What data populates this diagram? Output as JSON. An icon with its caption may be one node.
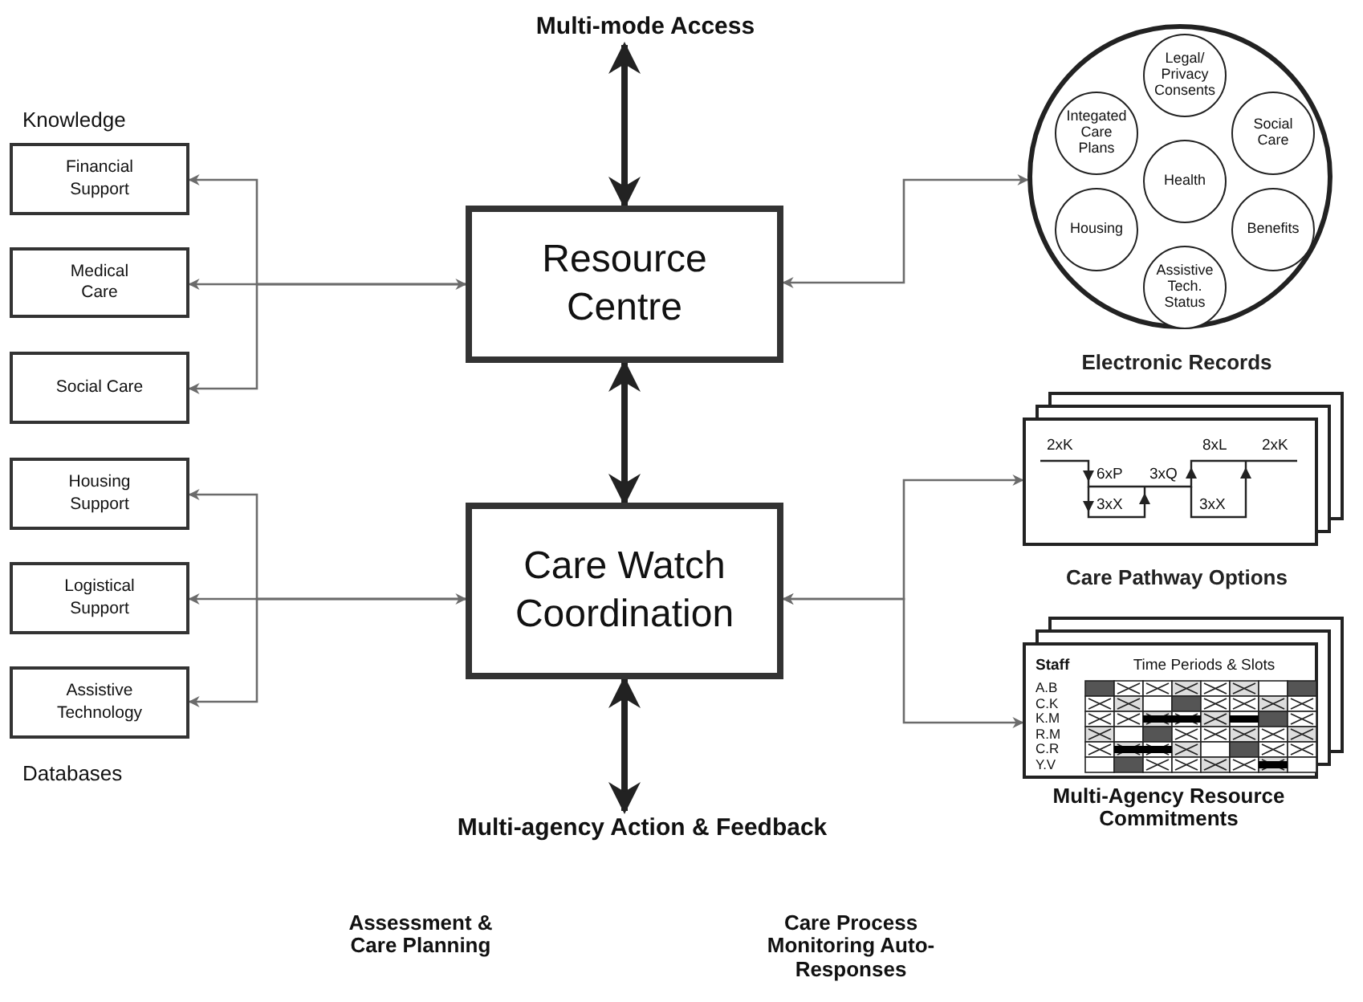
{
  "diagram": {
    "nodes": [
      {
        "text": [
          "Multi-mode Access"
        ]
      },
      {
        "text": [
          "Financial Support"
        ]
      },
      {
        "text": [
          "Medical Care"
        ]
      },
      {
        "text": [
          "Social Care"
        ]
      },
      {
        "text": [
          "Housing Support"
        ]
      },
      {
        "text": [
          "Logistical Support"
        ]
      },
      {
        "text": [
          "Assistive Technology"
        ]
      },
      {
        "text": [
          "Resource Centre"
        ]
      },
      {
        "text": [
          "Care Watch Coordination"
        ]
      },
      {
        "text": [],
        "shape": "circle"
      },
      {
        "text": [
          "Legal/ Privacy Consents"
        ],
        "in": 9
      },
      {
        "text": [
          "Integated Care Plans"
        ],
        "in": 9
      },
      {
        "text": [
          "Social Care"
        ],
        "in": 9
      },
      {
        "text": [
          "Health"
        ],
        "in": 9
      },
      {
        "text": [
          "Housing"
        ],
        "in": 9
      },
      {
        "text": [
          "Benefits"
        ],
        "in": 9
      },
      {
        "text": [
          "Assistive Tech. Status"
        ],
        "in": 9
      },
      {
        "text": [
          "Electronic Records"
        ]
      },
      {
        "text": [
          "Care Pathway Options"
        ],
        "beside": [
          "Multi-Agency Resource Commitments"
        ]
      },
      {
        "text": [
          "Multi-agency Action & Feedback"
        ]
      }
    ],
    "edges": [
      {
        "from": 0,
        "to": 7,
        "arrow": "both",
        "style": "thick"
      },
      {
        "from": 7,
        "to": 8,
        "arrow": "both",
        "style": "thick"
      },
      {
        "from": 8,
        "to": 19,
        "arrow": "both",
        "style": "thick"
      },
      {
        "from": 2,
        "to": 7,
        "arrow": "both"
      },
      {
        "from": 5,
        "to": 8,
        "arrow": "both"
      },
      {
        "from": 7,
        "to": 1,
        "arrow": "to"
      },
      {
        "from": 7,
        "to": 3,
        "arrow": "to"
      },
      {
        "from": 8,
        "to": 4,
        "arrow": "to"
      },
      {
        "from": 8,
        "to": 6,
        "arrow": "to"
      },
      {
        "from": 7,
        "to": 9,
        "arrow": "both"
      },
      {
        "from": 8,
        "to": 17,
        "arrow": "both"
      },
      {
        "from": 8,
        "to": 18,
        "arrow": "both"
      }
    ],
    "labels": [
      "Knowledge",
      "Databases",
      "2xK",
      "6xP",
      "3xQ",
      "8xL",
      "2xK",
      "3xX",
      "3xX",
      "Staff",
      "Time Periods & Slots",
      "A.B",
      "C.K",
      "K.M",
      "R.M",
      "C.R",
      "Y.V",
      "Assessment & Care Planning",
      "Care Process Monitoring Auto- Responses"
    ]
  }
}
